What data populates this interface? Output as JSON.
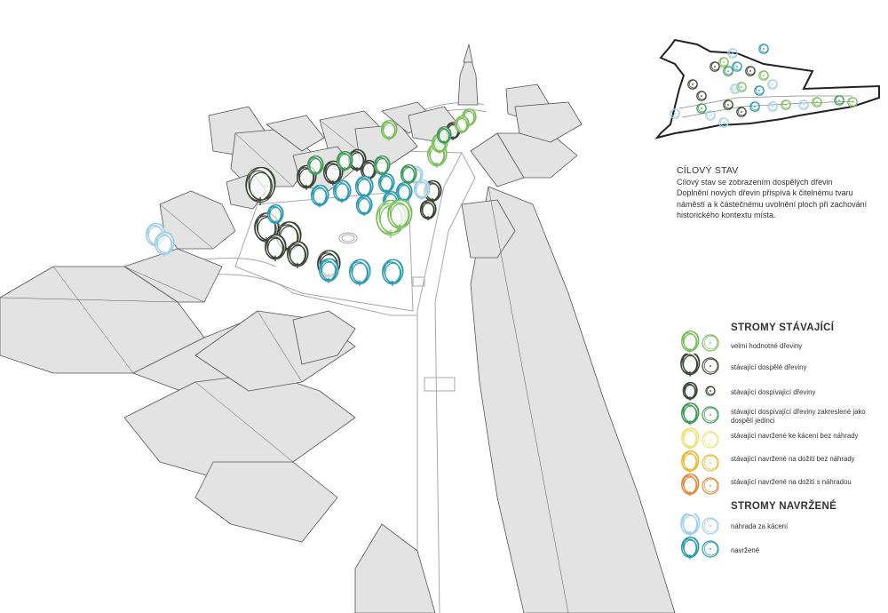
{
  "description": {
    "heading": "CÍLOVÝ STAV",
    "subheading": "Cílový stav se zobrazením dospělých dřevin",
    "paragraph": "Doplnění nových dřevin přispívá k čitelnému tvaru náměstí a k částečnému uvolnění ploch při zachování historického kontextu místa."
  },
  "legend": {
    "existing_title": "STROMY STÁVAJÍCÍ",
    "proposed_title": "STROMY NAVRŽENÉ",
    "items": [
      {
        "label": "velmi hodnotné dřeviny",
        "color": "#7cbf5a",
        "icon": "light-green-tree-icon"
      },
      {
        "label": "stávající dospělé dřeviny",
        "color": "#3c4436",
        "icon": "dark-mature-tree-icon"
      },
      {
        "label": "stávající dospívající dřeviny",
        "color": "#3c4436",
        "icon": "dark-young-tree-icon"
      },
      {
        "label": "stávající dospívající dřeviny zakreslené jako dospělí jedinci",
        "color": "#3f9a5a",
        "icon": "green-tree-icon"
      },
      {
        "label": "stávající navržené ke kácení bez náhrady",
        "color": "#efe27a",
        "icon": "yellow-tree-icon"
      },
      {
        "label": "stávající navržené na dožití bez náhrady",
        "color": "#e8bd3a",
        "icon": "gold-tree-icon"
      },
      {
        "label": "stávající navržené na dožití s náhradou",
        "color": "#e08a3a",
        "icon": "orange-tree-icon"
      },
      {
        "label": "náhrada za kácení",
        "color": "#9fd0e6",
        "icon": "light-blue-tree-icon"
      },
      {
        "label": "navržené",
        "color": "#2a9bb0",
        "icon": "teal-tree-icon"
      }
    ]
  },
  "colors": {
    "building_fill": "#e3e3e3",
    "building_stroke": "#555555",
    "street_line": "#9a9a9a"
  }
}
